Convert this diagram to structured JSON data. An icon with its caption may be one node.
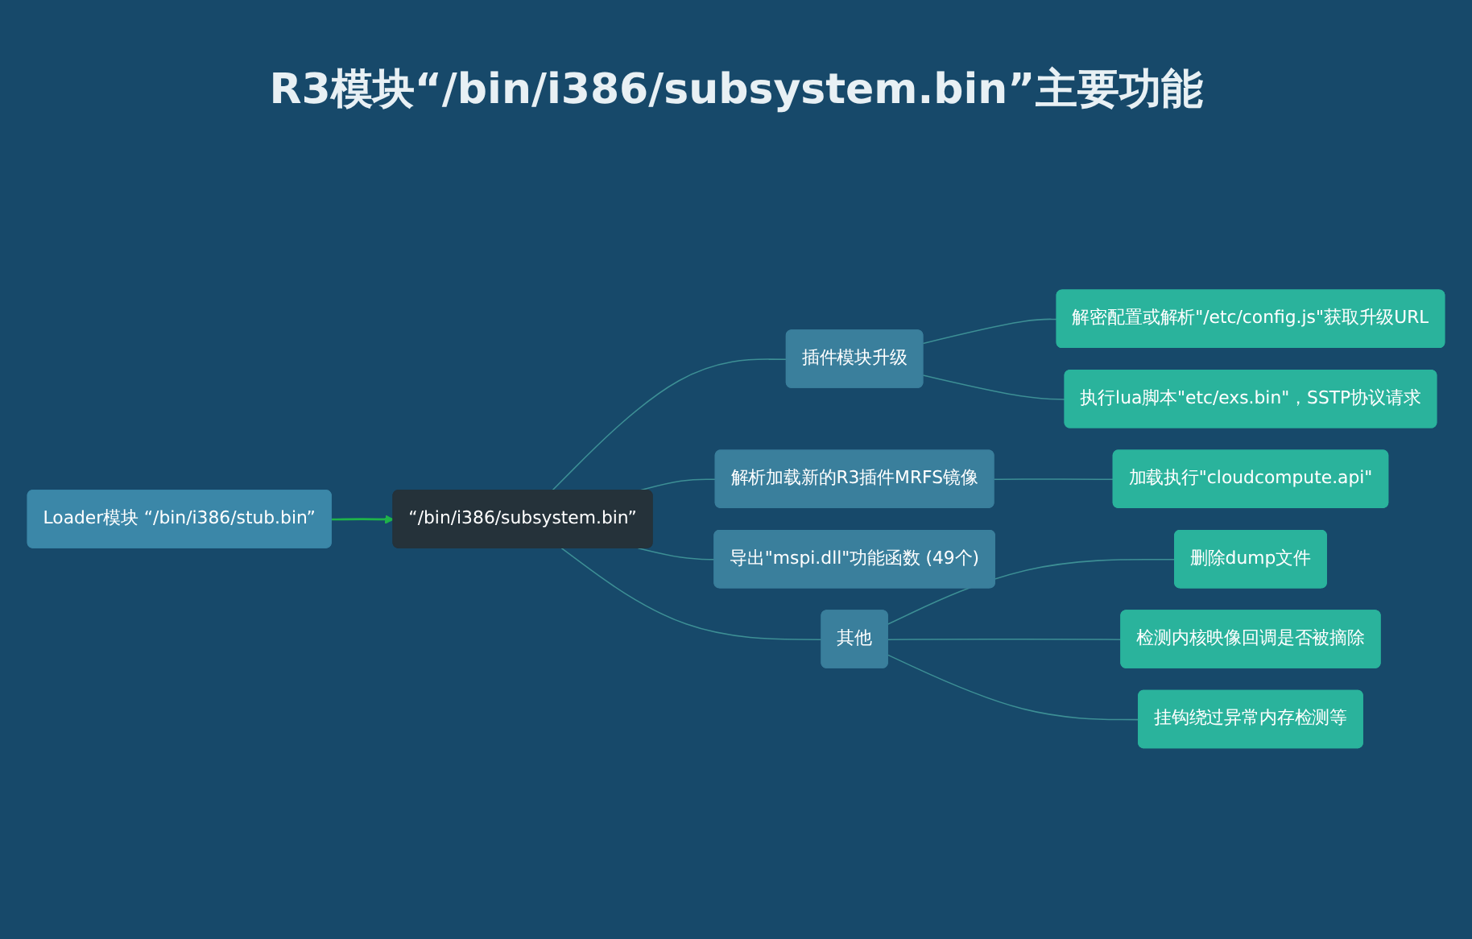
{
  "diagram": {
    "title": "R3模块“/bin/i386/subsystem.bin”主要功能",
    "nodes": [
      {
        "text": [
          "Loader模块 “/bin/i386/stub.bin”"
        ]
      },
      {
        "text": [
          "“/bin/i386/subsystem.bin”"
        ]
      },
      {
        "text": [
          "插件模块升级"
        ]
      },
      {
        "text": [
          "解密配置或解析\"/etc/config.js\"获取升级URL"
        ]
      },
      {
        "text": [
          "执行lua脚本\"etc/exs.bin\"，SSTP协议请求"
        ]
      },
      {
        "text": [
          "解析加载新的R3插件MRFS镜像"
        ]
      },
      {
        "text": [
          "加载执行\"cloudcompute.api\""
        ]
      },
      {
        "text": [
          "导出\"mspi.dll\"功能函数 (49个)"
        ]
      },
      {
        "text": [
          "其他"
        ]
      },
      {
        "text": [
          "删除dump文件"
        ]
      },
      {
        "text": [
          "检测内核映像回调是否被摘除"
        ]
      },
      {
        "text": [
          "挂钩绕过异常内存检测等"
        ]
      }
    ],
    "edges": [
      {
        "from": 0,
        "to": 1,
        "arrow": "to",
        "color": "#1fb34a"
      },
      {
        "from": 1,
        "to": 2,
        "arrow": "none"
      },
      {
        "from": 2,
        "to": 3,
        "arrow": "none"
      },
      {
        "from": 2,
        "to": 4,
        "arrow": "none"
      },
      {
        "from": 1,
        "to": 5,
        "arrow": "none"
      },
      {
        "from": 5,
        "to": 6,
        "arrow": "none"
      },
      {
        "from": 1,
        "to": 7,
        "arrow": "none"
      },
      {
        "from": 1,
        "to": 8,
        "arrow": "none"
      },
      {
        "from": 8,
        "to": 9,
        "arrow": "none"
      },
      {
        "from": 8,
        "to": 10,
        "arrow": "none"
      },
      {
        "from": 8,
        "to": 11,
        "arrow": "none"
      }
    ]
  }
}
